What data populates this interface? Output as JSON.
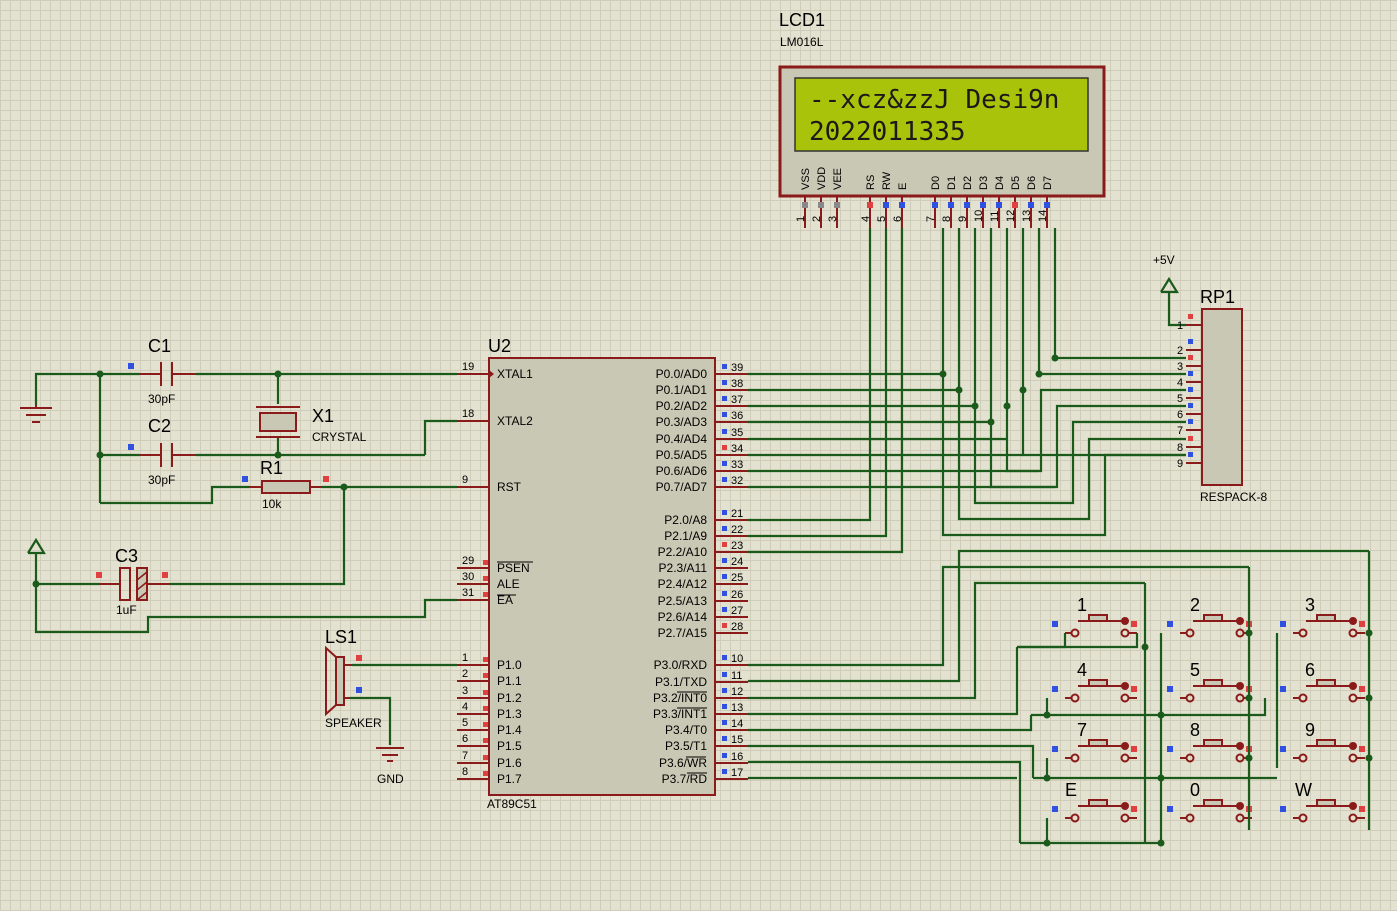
{
  "lcd": {
    "ref": "LCD1",
    "part": "LM016L",
    "line1": "--xcz&zzJ Desi9n",
    "line2": "2022011335",
    "pins": [
      "VSS",
      "VDD",
      "VEE",
      "RS",
      "RW",
      "E",
      "D0",
      "D1",
      "D2",
      "D3",
      "D4",
      "D5",
      "D6",
      "D7"
    ],
    "pin_numbers": [
      "1",
      "2",
      "3",
      "4",
      "5",
      "6",
      "7",
      "8",
      "9",
      "10",
      "11",
      "12",
      "13",
      "14"
    ]
  },
  "mcu": {
    "ref": "U2",
    "part": "AT89C51",
    "left_pins": [
      {
        "num": "19",
        "name": "XTAL1"
      },
      {
        "num": "18",
        "name": "XTAL2"
      },
      {
        "num": "9",
        "name": "RST"
      },
      {
        "num": "29",
        "name": "PSEN"
      },
      {
        "num": "30",
        "name": "ALE"
      },
      {
        "num": "31",
        "name": "EA"
      },
      {
        "num": "1",
        "name": "P1.0"
      },
      {
        "num": "2",
        "name": "P1.1"
      },
      {
        "num": "3",
        "name": "P1.2"
      },
      {
        "num": "4",
        "name": "P1.3"
      },
      {
        "num": "5",
        "name": "P1.4"
      },
      {
        "num": "6",
        "name": "P1.5"
      },
      {
        "num": "7",
        "name": "P1.6"
      },
      {
        "num": "8",
        "name": "P1.7"
      }
    ],
    "right_pins": [
      {
        "num": "39",
        "name": "P0.0/AD0"
      },
      {
        "num": "38",
        "name": "P0.1/AD1"
      },
      {
        "num": "37",
        "name": "P0.2/AD2"
      },
      {
        "num": "36",
        "name": "P0.3/AD3"
      },
      {
        "num": "35",
        "name": "P0.4/AD4"
      },
      {
        "num": "34",
        "name": "P0.5/AD5"
      },
      {
        "num": "33",
        "name": "P0.6/AD6"
      },
      {
        "num": "32",
        "name": "P0.7/AD7"
      },
      {
        "num": "21",
        "name": "P2.0/A8"
      },
      {
        "num": "22",
        "name": "P2.1/A9"
      },
      {
        "num": "23",
        "name": "P2.2/A10"
      },
      {
        "num": "24",
        "name": "P2.3/A11"
      },
      {
        "num": "25",
        "name": "P2.4/A12"
      },
      {
        "num": "26",
        "name": "P2.5/A13"
      },
      {
        "num": "27",
        "name": "P2.6/A14"
      },
      {
        "num": "28",
        "name": "P2.7/A15"
      },
      {
        "num": "10",
        "name": "P3.0/RXD"
      },
      {
        "num": "11",
        "name": "P3.1/TXD"
      },
      {
        "num": "12",
        "name": "P3.2/INT0"
      },
      {
        "num": "13",
        "name": "P3.3/INT1"
      },
      {
        "num": "14",
        "name": "P3.4/T0"
      },
      {
        "num": "15",
        "name": "P3.5/T1"
      },
      {
        "num": "16",
        "name": "P3.6/WR"
      },
      {
        "num": "17",
        "name": "P3.7/RD"
      }
    ]
  },
  "c1": {
    "ref": "C1",
    "value": "30pF"
  },
  "c2": {
    "ref": "C2",
    "value": "30pF"
  },
  "c3": {
    "ref": "C3",
    "value": "1uF"
  },
  "x1": {
    "ref": "X1",
    "value": "CRYSTAL"
  },
  "r1": {
    "ref": "R1",
    "value": "10k"
  },
  "ls1": {
    "ref": "LS1",
    "value": "SPEAKER"
  },
  "gnd_label": "GND",
  "rp1": {
    "ref": "RP1",
    "part": "RESPACK-8",
    "supply": "+5V",
    "pins": [
      "1",
      "2",
      "3",
      "4",
      "5",
      "6",
      "7",
      "8",
      "9"
    ]
  },
  "keypad": {
    "keys": [
      "1",
      "2",
      "3",
      "4",
      "5",
      "6",
      "7",
      "8",
      "9",
      "E",
      "0",
      "W"
    ]
  },
  "colors": {
    "wire": "#1a5a1a",
    "component": "#8b1a1a",
    "lcd_screen": "#a9c30a",
    "grid_background": "#e3e1cf"
  }
}
